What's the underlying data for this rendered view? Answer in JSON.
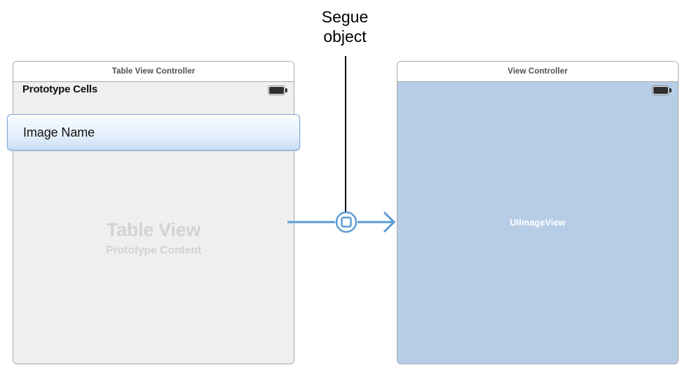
{
  "annotation": {
    "label": "Segue\nobject",
    "leader_line_color": "#000000"
  },
  "colors": {
    "segue_blue": "#5b9bd5",
    "imageview_blue": "#b7cde6",
    "tableview_gray": "#efefef",
    "panel_border": "#a9a9a9",
    "selection_border": "#7aa7d6",
    "watermark_gray": "#d3d3d3",
    "title_text": "#4b4f55"
  },
  "scenes": [
    {
      "id": "table-view-controller",
      "title": "Table View Controller",
      "section_header": "Prototype Cells",
      "prototype_cell": {
        "label": "Image Name",
        "selected": true
      },
      "watermark": {
        "main": "Table View",
        "sub": "Prototype Content"
      },
      "status_bar": {
        "battery_icon": "battery-icon"
      }
    },
    {
      "id": "view-controller",
      "title": "View Controller",
      "content_label": "UIImageView",
      "status_bar": {
        "battery_icon": "battery-icon"
      }
    }
  ],
  "segue": {
    "icon": "segue-rounded-square-icon",
    "direction": "left-to-right",
    "arrow_icon": "arrow-right-icon"
  }
}
